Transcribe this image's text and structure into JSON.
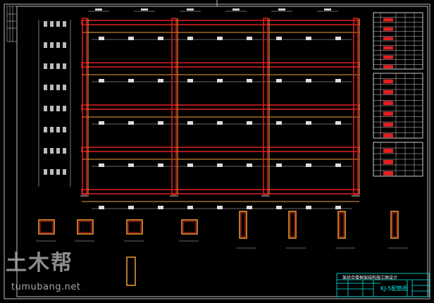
{
  "drawing": {
    "title_block": {
      "project_title": "某综合楼框架结构施工图设计",
      "drawing_name": "KJ-5配筋图"
    },
    "watermark": {
      "logo_text": "土木帮",
      "url": "tumubang.net"
    },
    "colors": {
      "frame_red": "#e02020",
      "frame_orange": "#f0a030",
      "line_white": "#ffffff",
      "title_cyan": "#00e5e5"
    }
  }
}
